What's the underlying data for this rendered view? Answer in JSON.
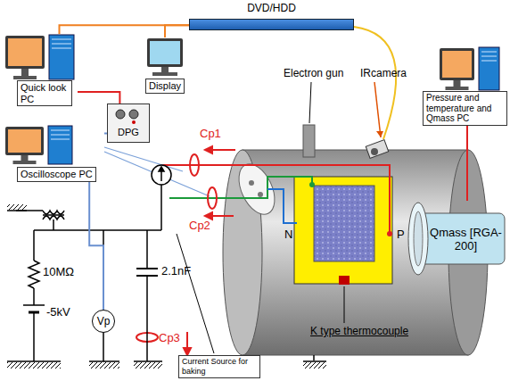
{
  "diagram": {
    "nodes": [
      {
        "text": [
          "DVD/HDD"
        ]
      },
      {
        "text": [
          "Quick look PC"
        ]
      },
      {
        "text": [
          "Display"
        ]
      },
      {
        "text": [
          "DPG"
        ]
      },
      {
        "text": [
          "Oscilloscope PC"
        ]
      },
      {
        "text": [
          "Pressure and temperature and Qmass PC"
        ]
      },
      {
        "text": [
          "Qmass [RGA-200]"
        ]
      },
      {
        "text": [
          "Vp"
        ]
      },
      {
        "text": [
          "Current Source for baking"
        ]
      }
    ],
    "edges": [
      {
        "from": 1,
        "to": 0,
        "arrow": "none"
      },
      {
        "from": 2,
        "to": 0,
        "arrow": "none"
      },
      {
        "from": 3,
        "to": 1,
        "arrow": "none"
      },
      {
        "from": 4,
        "to": 3,
        "arrow": "none"
      },
      {
        "from": 4,
        "to": 7,
        "arrow": "none"
      },
      {
        "from": 6,
        "to": 5,
        "arrow": "none"
      }
    ],
    "labels": [
      "Electron gun",
      "IRcamera",
      "Cp1",
      "Cp2",
      "N",
      "P",
      "10MΩ",
      "2.1nF",
      "-5kV",
      "Cp3",
      "K type thermocouple"
    ]
  }
}
